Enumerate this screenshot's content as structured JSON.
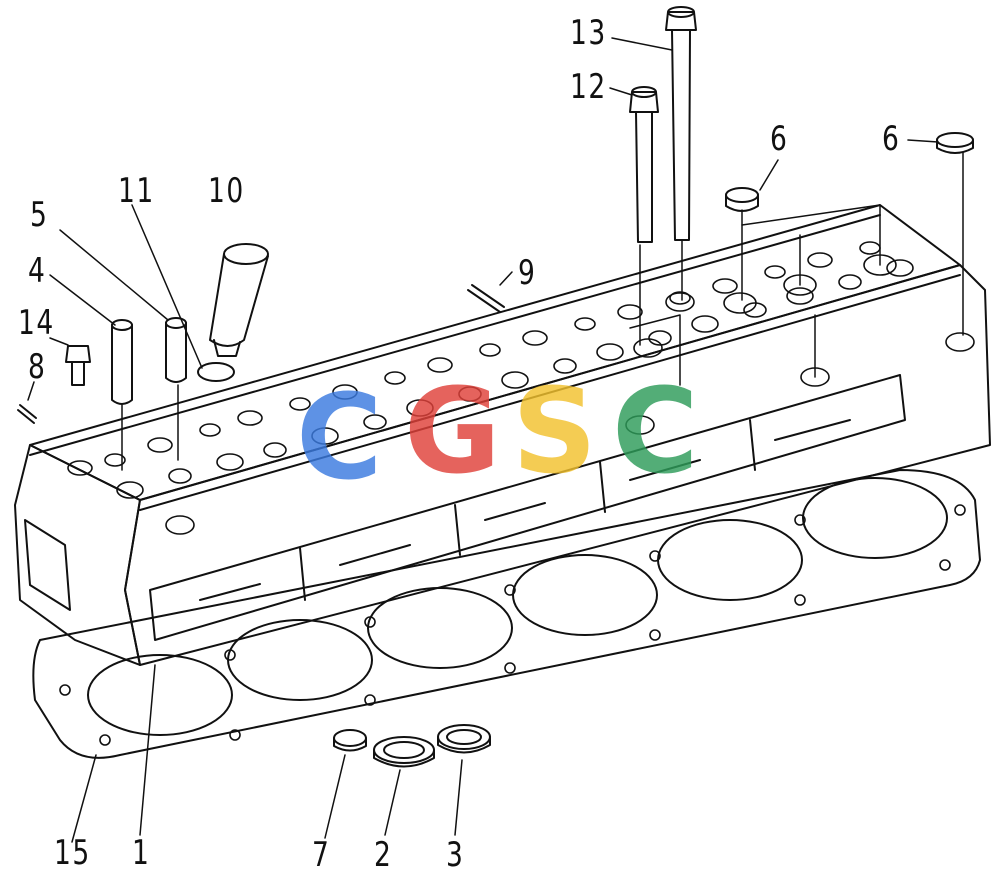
{
  "callouts": [
    {
      "id": "c13",
      "text": "13"
    },
    {
      "id": "c12",
      "text": "12"
    },
    {
      "id": "c6a",
      "text": "6"
    },
    {
      "id": "c6b",
      "text": "6"
    },
    {
      "id": "c11",
      "text": "11"
    },
    {
      "id": "c10",
      "text": "10"
    },
    {
      "id": "c5",
      "text": "5"
    },
    {
      "id": "c4",
      "text": "4"
    },
    {
      "id": "c14",
      "text": "14"
    },
    {
      "id": "c8",
      "text": "8"
    },
    {
      "id": "c9",
      "text": "9"
    },
    {
      "id": "c15",
      "text": "15"
    },
    {
      "id": "c1",
      "text": "1"
    },
    {
      "id": "c7",
      "text": "7"
    },
    {
      "id": "c2",
      "text": "2"
    },
    {
      "id": "c3",
      "text": "3"
    }
  ],
  "watermark": {
    "letters": [
      "C",
      "G",
      "S",
      "C"
    ],
    "colors": [
      "#3b7be0",
      "#e0413a",
      "#f2c12e",
      "#2e9c5a"
    ]
  }
}
